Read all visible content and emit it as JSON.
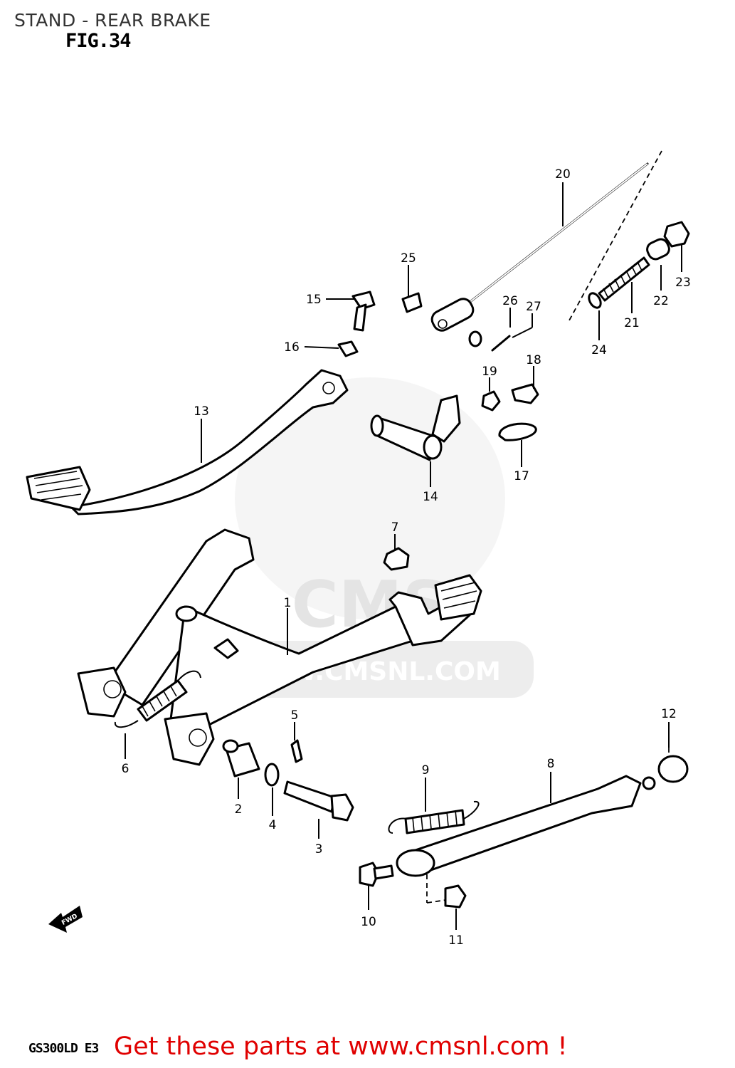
{
  "title": "STAND - REAR BRAKE",
  "figure": "FIG.34",
  "model": "GS300LD E3",
  "promo_text": "Get these parts at www.cmsnl.com !",
  "watermark_text": "WWW.CMSNL.COM",
  "fwd_label": "FWD",
  "callouts": [
    "1",
    "2",
    "3",
    "4",
    "5",
    "6",
    "7",
    "8",
    "9",
    "10",
    "11",
    "12",
    "13",
    "14",
    "15",
    "16",
    "17",
    "18",
    "19",
    "20",
    "21",
    "22",
    "23",
    "24",
    "25",
    "26",
    "27"
  ]
}
